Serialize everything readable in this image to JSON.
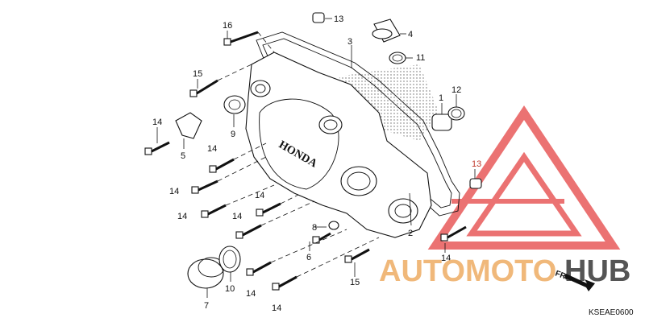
{
  "part_labels": [
    {
      "id": "1",
      "text": "1"
    },
    {
      "id": "2",
      "text": "2"
    },
    {
      "id": "3",
      "text": "3"
    },
    {
      "id": "4",
      "text": "4"
    },
    {
      "id": "5",
      "text": "5"
    },
    {
      "id": "6",
      "text": "6"
    },
    {
      "id": "7",
      "text": "7"
    },
    {
      "id": "8",
      "text": "8"
    },
    {
      "id": "9",
      "text": "9"
    },
    {
      "id": "10",
      "text": "10"
    },
    {
      "id": "11",
      "text": "11"
    },
    {
      "id": "12",
      "text": "12"
    },
    {
      "id": "13a",
      "text": "13"
    },
    {
      "id": "13b",
      "text": "13"
    },
    {
      "id": "14a",
      "text": "14"
    },
    {
      "id": "14b",
      "text": "14"
    },
    {
      "id": "14c",
      "text": "14"
    },
    {
      "id": "14d",
      "text": "14"
    },
    {
      "id": "14e",
      "text": "14"
    },
    {
      "id": "14f",
      "text": "14"
    },
    {
      "id": "14g",
      "text": "14"
    },
    {
      "id": "14h",
      "text": "14"
    },
    {
      "id": "14i",
      "text": "14"
    },
    {
      "id": "15a",
      "text": "15"
    },
    {
      "id": "15b",
      "text": "15"
    },
    {
      "id": "16",
      "text": "16"
    }
  ],
  "cover_brand": "HONDA",
  "front_marker": "FR.",
  "diagram_code": "KSEAE0600",
  "watermark": {
    "text_part1": "AUTOMOTO",
    "text_part2": "HUB",
    "color_part1": "#f0b87a",
    "color_part2": "#555555",
    "logo_color": "#e85a5a"
  }
}
